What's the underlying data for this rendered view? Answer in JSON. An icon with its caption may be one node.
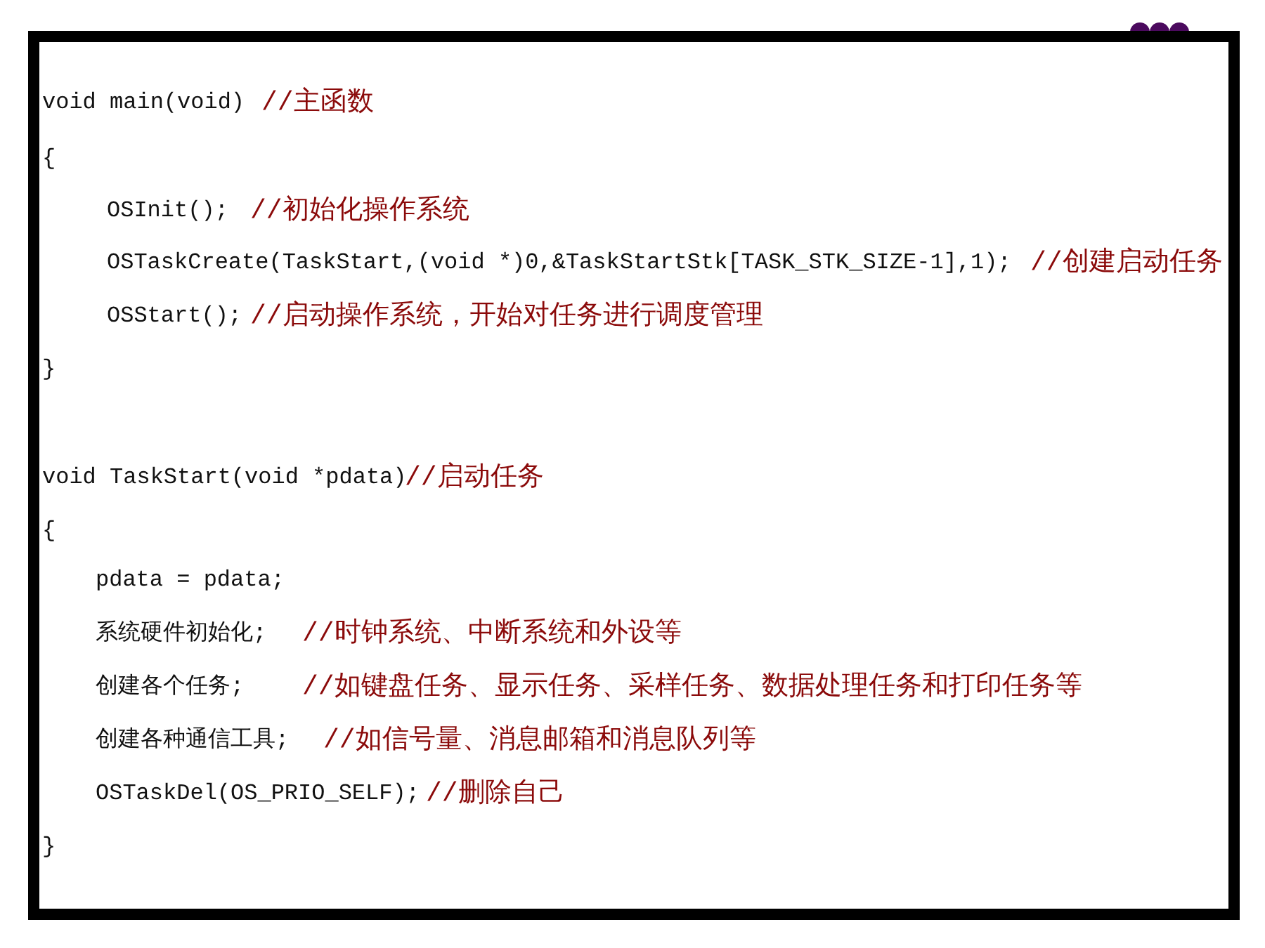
{
  "diagram": {
    "labels": [
      "void main(void)",
      "//主函数",
      "{",
      "OSInit();",
      "//初始化操作系统",
      "OSTaskCreate(TaskStart,(void *)0,&TaskStartStk[TASK_STK_SIZE-1],1);",
      "//创建启动任务",
      "OSStart();",
      "//启动操作系统，开始对任务进行调度管理",
      "}",
      "void TaskStart(void *pdata)",
      "//启动任务",
      "{",
      "pdata = pdata;",
      "系统硬件初始化;",
      "//时钟系统、中断系统和外设等",
      "创建各个任务;",
      "//如键盘任务、显示任务、采样任务、数据处理任务和打印任务等",
      "创建各种通信工具;",
      "//如信号量、消息邮箱和消息队列等",
      "OSTaskDel(OS_PRIO_SELF);",
      "//删除自己",
      "}"
    ]
  }
}
